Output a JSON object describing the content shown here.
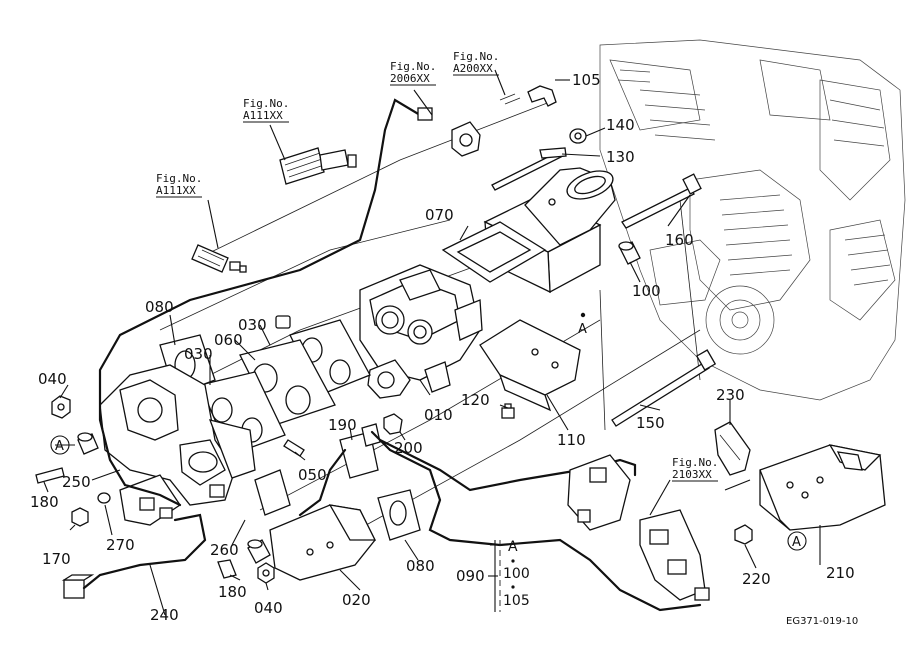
{
  "diagram": {
    "drawing_code": "EG371-019-10",
    "fig_refs": [
      {
        "id": "fig_2006",
        "label": "Fig.No.",
        "number": "2006XX"
      },
      {
        "id": "fig_a200",
        "label": "Fig.No.",
        "number": "A200XX"
      },
      {
        "id": "fig_a111_top",
        "label": "Fig.No.",
        "number": "A111XX"
      },
      {
        "id": "fig_a111_left",
        "label": "Fig.No.",
        "number": "A111XX"
      },
      {
        "id": "fig_2103",
        "label": "Fig.No.",
        "number": "2103XX"
      }
    ],
    "callouts": {
      "c010": "010",
      "c020": "020",
      "c030a": "030",
      "c030b": "030",
      "c040a": "040",
      "c040b": "040",
      "c050": "050",
      "c060": "060",
      "c070": "070",
      "c080a": "080",
      "c080b": "080",
      "c090": "090",
      "c100": "100",
      "c105": "105",
      "c110": "110",
      "c120": "120",
      "c130": "130",
      "c140": "140",
      "c150": "150",
      "c160": "160",
      "c170": "170",
      "c180a": "180",
      "c180b": "180",
      "c190": "190",
      "c200": "200",
      "c210": "210",
      "c220": "220",
      "c230": "230",
      "c240": "240",
      "c250": "250",
      "c260": "260",
      "c270": "270"
    },
    "ref_markers": {
      "a_left": "A",
      "a_right": "A",
      "a_mid": "A"
    },
    "group_090": {
      "line1": "A",
      "line2": "100",
      "line3": "105"
    }
  }
}
